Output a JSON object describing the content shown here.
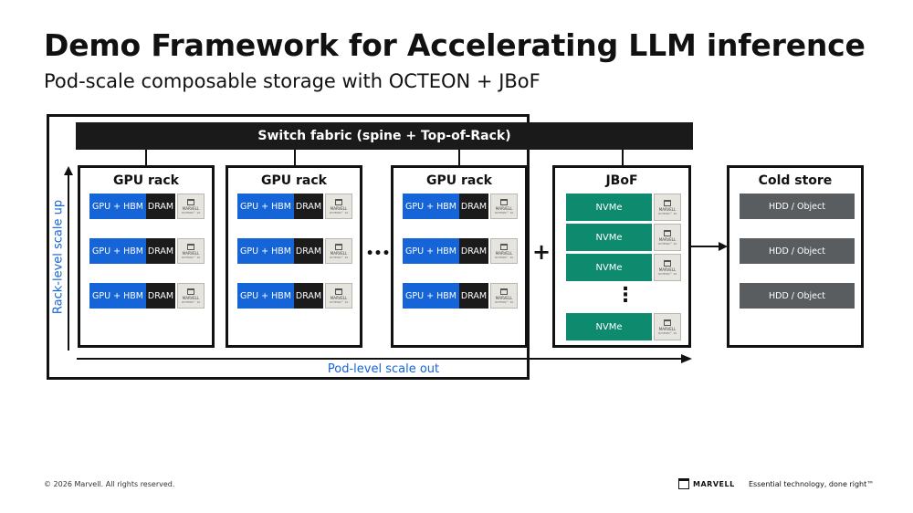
{
  "title": "Demo Framework for Accelerating LLM inference",
  "subtitle": "Pod-scale composable storage with OCTEON + JBoF",
  "switch_label": "Switch fabric (spine + Top-of-Rack)",
  "gpu_rack_title": "GPU rack",
  "gpu_label": "GPU + HBM",
  "dram_label": "DRAM",
  "chip_brand": "MARVELL",
  "chip_model": "OCTEON™ 10",
  "ellipsis": "•••",
  "plus": "+",
  "jbof_title": "JBoF",
  "nvme_label": "NVMe",
  "vdots": "⋮",
  "cold_title": "Cold store",
  "hdd_label": "HDD / Object",
  "axis_vertical": "Rack-level scale up",
  "axis_horizontal": "Pod-level scale out",
  "footer": {
    "copyright": "© 2026 Marvell. All rights reserved.",
    "logo_text": "MARVELL",
    "tagline": "Essential technology, done right™"
  },
  "colors": {
    "gpu": "#1565d8",
    "dram": "#1b1b1b",
    "nvme": "#0e8a6e",
    "hdd": "#5a5d60",
    "axis": "#1565d8"
  }
}
